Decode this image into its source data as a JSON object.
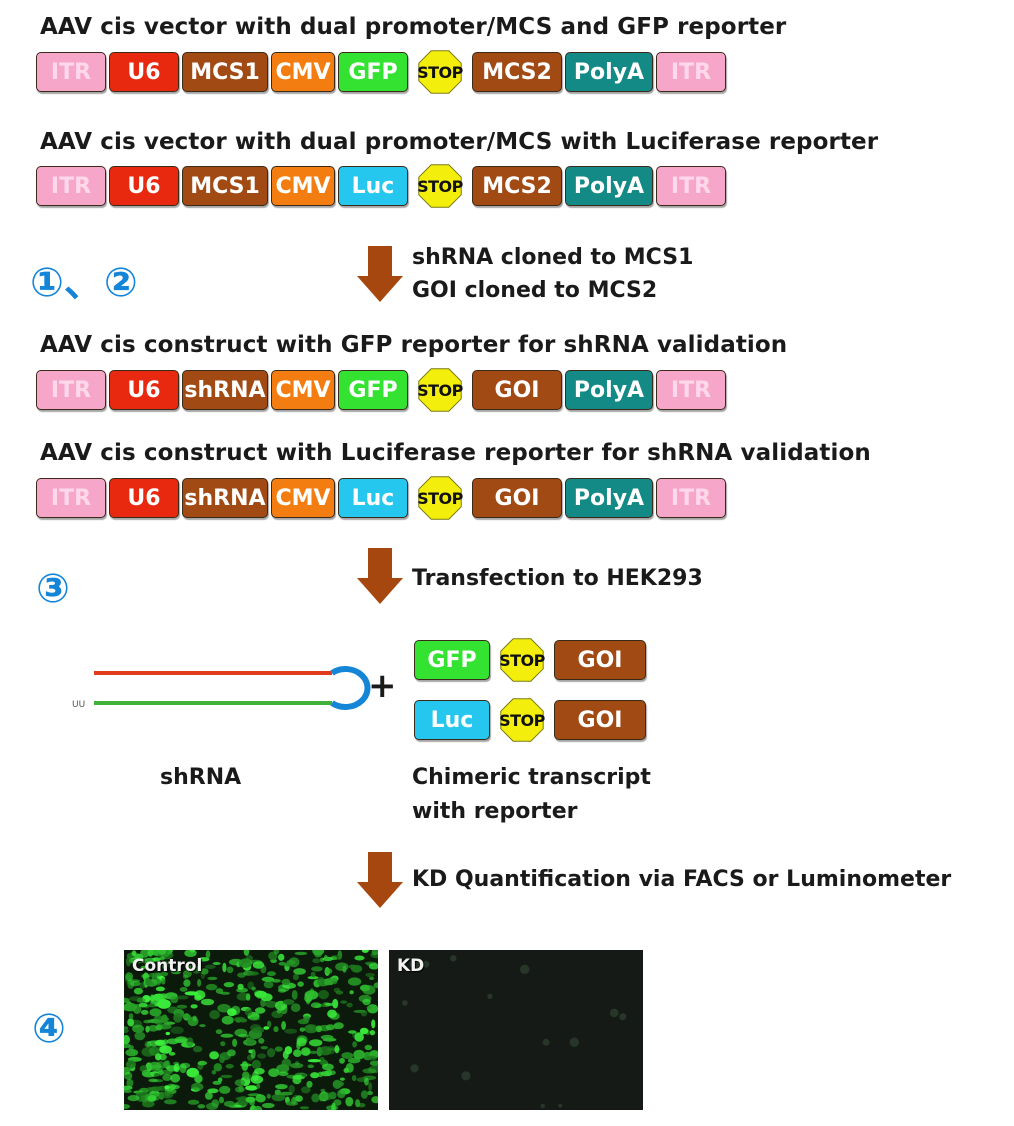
{
  "colors": {
    "ITR": "#f6a6c9",
    "U6": "#e8280f",
    "MCS": "#a24a14",
    "shRNA": "#a24a14",
    "CMV": "#f47d12",
    "GFP": "#34e232",
    "Luc": "#25c7ef",
    "STOP": "#f4ee0c",
    "GOI": "#a24a14",
    "PolyA": "#138a86",
    "arrow": "#a5470f",
    "step": "#1585d8"
  },
  "vectors": [
    {
      "title": "AAV cis vector with dual promoter/MCS and GFP reporter",
      "elements": [
        "ITR",
        "U6",
        "MCS1",
        "CMV",
        "GFP",
        "STOP",
        "MCS2",
        "PolyA",
        "ITR"
      ]
    },
    {
      "title": "AAV cis vector with dual promoter/MCS with Luciferase reporter",
      "elements": [
        "ITR",
        "U6",
        "MCS1",
        "CMV",
        "Luc",
        "STOP",
        "MCS2",
        "PolyA",
        "ITR"
      ]
    },
    {
      "title": "AAV cis construct with GFP reporter for shRNA validation",
      "elements": [
        "ITR",
        "U6",
        "shRNA",
        "CMV",
        "GFP",
        "STOP",
        "GOI",
        "PolyA",
        "ITR"
      ]
    },
    {
      "title": "AAV cis construct with Luciferase reporter for shRNA validation",
      "elements": [
        "ITR",
        "U6",
        "shRNA",
        "CMV",
        "Luc",
        "STOP",
        "GOI",
        "PolyA",
        "ITR"
      ]
    }
  ],
  "steps": {
    "s12": "①、②",
    "s3": "③",
    "s4": "④"
  },
  "notes": {
    "cloning_line1": "shRNA cloned to MCS1",
    "cloning_line2": "GOI cloned to MCS2",
    "transfection": "Transfection to HEK293",
    "quantification": "KD Quantification via FACS or Luminometer"
  },
  "transcripts": [
    {
      "elements": [
        "GFP",
        "STOP",
        "GOI"
      ]
    },
    {
      "elements": [
        "Luc",
        "STOP",
        "GOI"
      ]
    }
  ],
  "hairpin": {
    "tail_text": "UU",
    "plus": "+",
    "label": "shRNA"
  },
  "chimeric_label_line1": "Chimeric transcript",
  "chimeric_label_line2": "with reporter",
  "panels": {
    "control": "Control",
    "kd": "KD"
  }
}
